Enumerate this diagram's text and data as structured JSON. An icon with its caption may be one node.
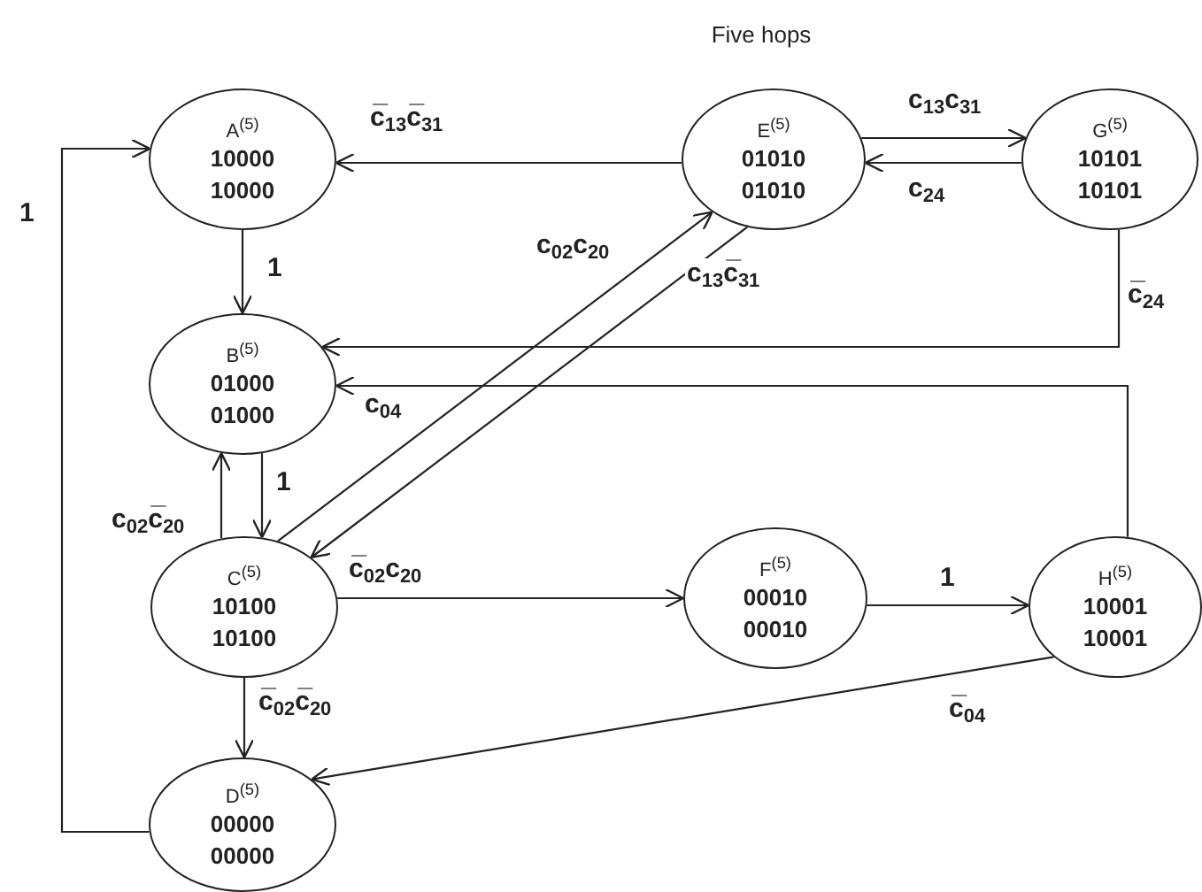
{
  "diagram": {
    "title": "Five hops",
    "nodes": [
      {
        "text": [
          "A$^{(5)}$",
          "10000",
          "10000"
        ]
      },
      {
        "text": [
          "E$^{(5)}$",
          "01010",
          "01010"
        ]
      },
      {
        "text": [
          "G$^{(5)}$",
          "10101",
          "10101"
        ]
      },
      {
        "text": [
          "B$^{(5)}$",
          "01000",
          "01000"
        ]
      },
      {
        "text": [
          "C$^{(5)}$",
          "10100",
          "10100"
        ]
      },
      {
        "text": [
          "F$^{(5)}$",
          "00010",
          "00010"
        ]
      },
      {
        "text": [
          "H$^{(5)}$",
          "10001",
          "10001"
        ]
      },
      {
        "text": [
          "D$^{(5)}$",
          "00000",
          "00000"
        ]
      }
    ],
    "edges": [
      {
        "from": 1,
        "to": 0,
        "arrow": "to",
        "label": "c̅$_{13}$c̅$_{31}$"
      },
      {
        "from": 1,
        "to": 2,
        "arrow": "to",
        "label": "c$_{13}$c$_{31}$"
      },
      {
        "from": 2,
        "to": 1,
        "arrow": "to",
        "label": "c$_{24}$"
      },
      {
        "from": 2,
        "to": 3,
        "arrow": "to",
        "label": "c̅$_{24}$"
      },
      {
        "from": 4,
        "to": 1,
        "arrow": "to",
        "label": "c$_{02}$c$_{20}$"
      },
      {
        "from": 1,
        "to": 4,
        "arrow": "to",
        "label": "c$_{13}$c̅$_{31}$"
      },
      {
        "from": 0,
        "to": 3,
        "arrow": "to",
        "label": "1"
      },
      {
        "from": 3,
        "to": 4,
        "arrow": "to",
        "label": "1"
      },
      {
        "from": 4,
        "to": 3,
        "arrow": "to",
        "label": "c$_{02}$c̅$_{20}$"
      },
      {
        "from": 4,
        "to": 5,
        "arrow": "to",
        "label": "c̅$_{02}$c$_{20}$"
      },
      {
        "from": 5,
        "to": 6,
        "arrow": "to",
        "label": "1"
      },
      {
        "from": 6,
        "to": 3,
        "arrow": "to",
        "label": "c$_{04}$"
      },
      {
        "from": 4,
        "to": 7,
        "arrow": "to",
        "label": "c̅$_{02}$c̅$_{20}$"
      },
      {
        "from": 6,
        "to": 7,
        "arrow": "to",
        "label": "c̅$_{04}$"
      },
      {
        "from": 7,
        "to": 0,
        "arrow": "to",
        "label": "1"
      }
    ]
  }
}
